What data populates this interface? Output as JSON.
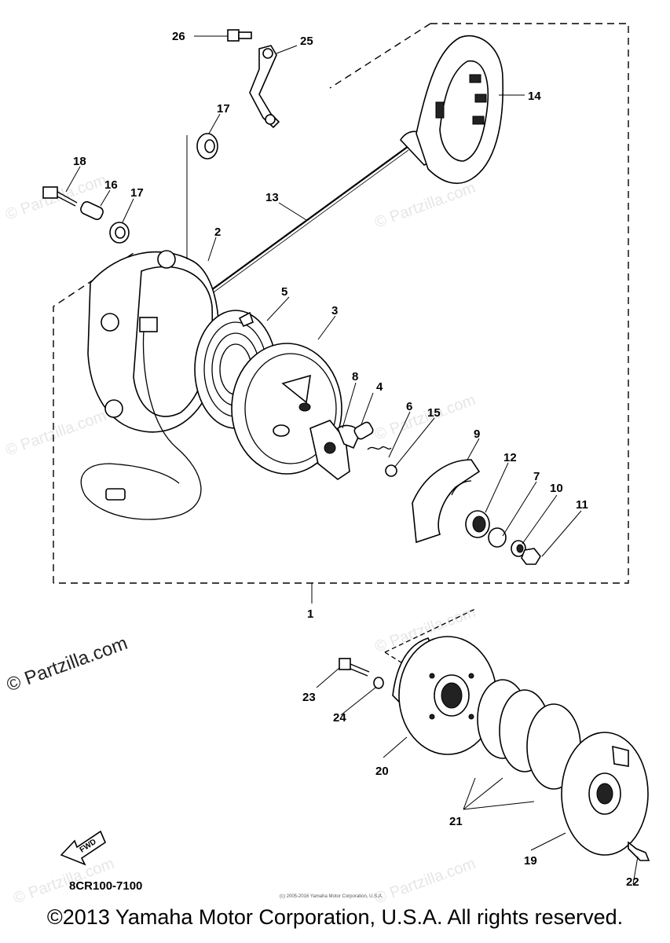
{
  "callouts": [
    "1",
    "2",
    "3",
    "4",
    "5",
    "6",
    "7",
    "8",
    "9",
    "10",
    "11",
    "12",
    "13",
    "14",
    "15",
    "16",
    "17",
    "17",
    "18",
    "19",
    "20",
    "21",
    "22",
    "23",
    "24",
    "25",
    "26"
  ],
  "watermark": "© Partzilla.com",
  "part_code": "8CR100-7100",
  "fwd_label": "FWD",
  "small_print": "(c) 2005-2016 Yamaha Motor Corporation, U.S.A.",
  "copyright": "©2013 Yamaha Motor Corporation, U.S.A. All rights reserved."
}
